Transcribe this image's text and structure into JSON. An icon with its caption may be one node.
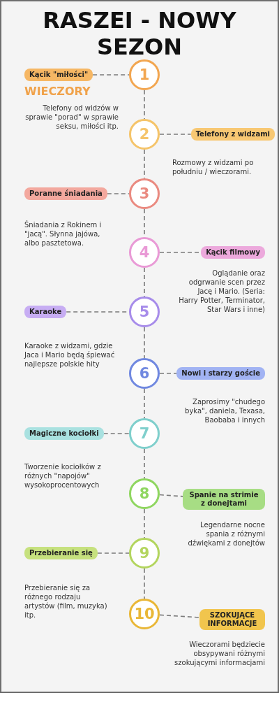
{
  "diagram": {
    "title": "RASZEI - NOWY SEZON",
    "nodes": [
      {
        "text": [
          "Kącik \"miłości\""
        ],
        "beside": [
          "WIECZORY",
          "Telefony od widzów w sprawie \"porad\" w sprawie seksu, miłości itp."
        ]
      },
      {
        "text": [
          "1"
        ]
      },
      {
        "text": [
          "2"
        ]
      },
      {
        "text": [
          "Telefony z widzami"
        ],
        "beside": [
          "Rozmowy z widzami po południu / wieczorami."
        ]
      },
      {
        "text": [
          "Poranne śniadania"
        ],
        "beside": [
          "Śniadania z Rokinem i \"jacą\". Słynna jajówa, albo pasztetowa."
        ]
      },
      {
        "text": [
          "3"
        ]
      },
      {
        "text": [
          "4"
        ]
      },
      {
        "text": [
          "Kącik filmowy"
        ],
        "beside": [
          "Oglądanie oraz odgrwanie scen przez Jacę i Mario. (Seria: Harry Potter, Terminator, Star Wars i inne)"
        ]
      },
      {
        "text": [
          "Karaoke"
        ],
        "beside": [
          "Karaoke z widzami, gdzie Jaca i Mario będą śpiewać najlepsze polskie hity"
        ]
      },
      {
        "text": [
          "5"
        ]
      },
      {
        "text": [
          "6"
        ]
      },
      {
        "text": [
          "Nowi i starzy goście"
        ],
        "beside": [
          "Zaprosimy \"chudego byka\", daniela, Texasa, Baobaba i innych"
        ]
      },
      {
        "text": [
          "Magiczne kociołki"
        ],
        "beside": [
          "Tworzenie kociołków z różnych \"napojów\" wysokoprocentowych"
        ]
      },
      {
        "text": [
          "7"
        ]
      },
      {
        "text": [
          "8"
        ]
      },
      {
        "text": [
          "Spanie na strimie z donejtami"
        ],
        "beside": [
          "Legendarne nocne spania z różnymi dźwiękami z donejtów"
        ]
      },
      {
        "text": [
          "Przebieranie się"
        ],
        "beside": [
          "Przebieranie się za różnego rodzaju artystów (film, muzyka) itp."
        ]
      },
      {
        "text": [
          "9"
        ]
      },
      {
        "text": [
          "10"
        ]
      },
      {
        "text": [
          "SZOKUJĄCE INFORMACJE"
        ],
        "beside": [
          "Wieczorami będziecie obsypywani różnymi szokującymi informacjami"
        ]
      }
    ],
    "edges": [
      {
        "from": 0,
        "to": 1,
        "arrow": "none",
        "style": "dashed"
      },
      {
        "from": 1,
        "to": 2,
        "arrow": "none",
        "style": "dashed"
      },
      {
        "from": 2,
        "to": 3,
        "arrow": "none",
        "style": "dashed"
      },
      {
        "from": 2,
        "to": 5,
        "arrow": "none",
        "style": "dashed"
      },
      {
        "from": 4,
        "to": 5,
        "arrow": "none",
        "style": "dashed"
      },
      {
        "from": 5,
        "to": 6,
        "arrow": "none",
        "style": "dashed"
      },
      {
        "from": 6,
        "to": 7,
        "arrow": "none",
        "style": "dashed"
      },
      {
        "from": 6,
        "to": 9,
        "arrow": "none",
        "style": "dashed"
      },
      {
        "from": 8,
        "to": 9,
        "arrow": "none",
        "style": "dashed"
      },
      {
        "from": 9,
        "to": 10,
        "arrow": "none",
        "style": "dashed"
      },
      {
        "from": 10,
        "to": 11,
        "arrow": "none",
        "style": "dashed"
      },
      {
        "from": 10,
        "to": 13,
        "arrow": "none",
        "style": "dashed"
      },
      {
        "from": 12,
        "to": 13,
        "arrow": "none",
        "style": "dashed"
      },
      {
        "from": 13,
        "to": 14,
        "arrow": "none",
        "style": "dashed"
      },
      {
        "from": 14,
        "to": 15,
        "arrow": "none",
        "style": "dashed"
      },
      {
        "from": 14,
        "to": 17,
        "arrow": "none",
        "style": "dashed"
      },
      {
        "from": 16,
        "to": 17,
        "arrow": "none",
        "style": "dashed"
      },
      {
        "from": 17,
        "to": 18,
        "arrow": "none",
        "style": "dashed"
      },
      {
        "from": 18,
        "to": 19,
        "arrow": "none",
        "style": "dashed"
      }
    ]
  }
}
